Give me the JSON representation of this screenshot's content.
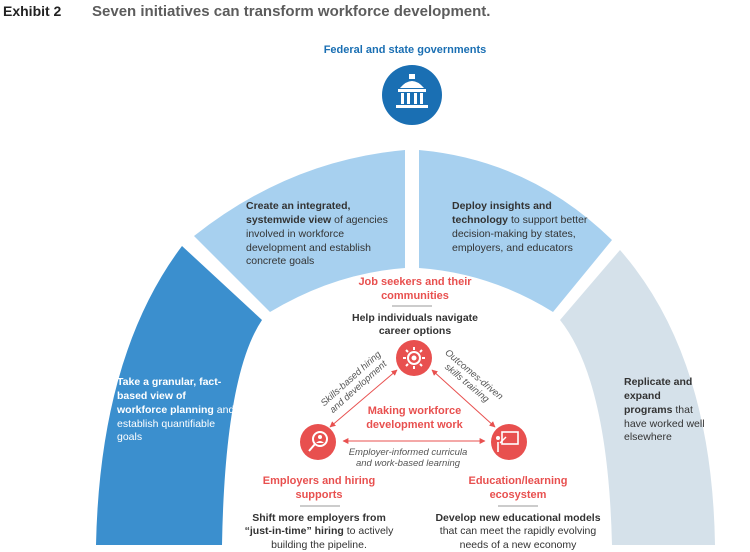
{
  "header": {
    "exhibit": "Exhibit 2",
    "title": "Seven initiatives can transform workforce development."
  },
  "top_node": {
    "label": "Federal and state governments",
    "icon": "capitol-building-icon"
  },
  "segments": {
    "far_left": {
      "bold": "Take a granular, fact-based view of workforce planning",
      "text": "and establish quantifiable goals"
    },
    "left_top": {
      "bold": "Create an integrated, systemwide view",
      "text": "of agencies involved in workforce development and establish concrete goals"
    },
    "right_top": {
      "bold": "Deploy insights and technology",
      "text": "to support better decision-making by states, employers, and educators"
    },
    "far_right": {
      "bold": "Replicate and expand programs",
      "text": "that have worked well elsewhere"
    }
  },
  "nodes": {
    "job_seekers": {
      "title": "Job seekers and their communities",
      "desc_bold": "Help individuals navigate career options",
      "icon": "gear-icon"
    },
    "employers": {
      "title": "Employers and hiring supports",
      "desc_bold_1": "Shift more employers from",
      "desc_bold_2": "“just-in-time” hiring",
      "desc_text": "to actively building the pipeline.",
      "icon": "magnifier-person-icon"
    },
    "education": {
      "title": "Education/learning ecosystem",
      "desc_bold": "Develop new educational models",
      "desc_text": "that can meet the rapidly evolving needs of a new economy",
      "icon": "presentation-board-icon"
    }
  },
  "center_label": "Making workforce development work",
  "edges": {
    "left": "Skills-based hiring and development",
    "right": "Outcomes-driven skills training",
    "bottom": "Employer-informed curricula and work-based learning"
  },
  "colors": {
    "dark_blue": "#3b8fce",
    "light_blue": "#a7d0ef",
    "gray_blue": "#d5e1ea",
    "node_red": "#e8504f",
    "gov_blue": "#1a6fb3"
  }
}
